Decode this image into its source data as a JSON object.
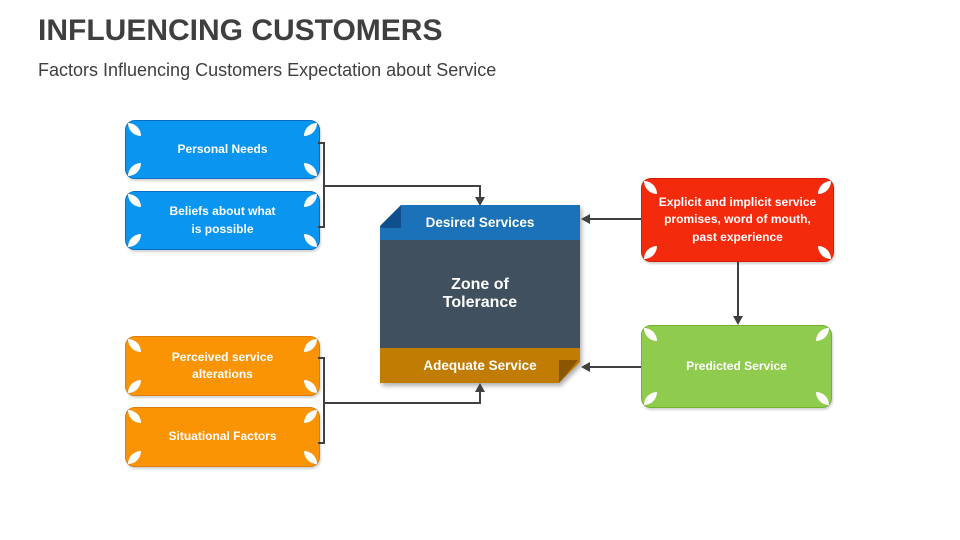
{
  "slide": {
    "title": "INFLUENCING CUSTOMERS",
    "subtitle": "Factors Influencing Customers Expectation about Service"
  },
  "diagram": {
    "influencers_top": [
      {
        "label": "Personal Needs"
      },
      {
        "label": "Beliefs about what\nis possible"
      }
    ],
    "influencers_bottom": [
      {
        "label": "Perceived service\nalterations"
      },
      {
        "label": "Situational Factors"
      }
    ],
    "center_stack": {
      "top": "Desired Services",
      "middle": "Zone of\nTolerance",
      "bottom": "Adequate Service"
    },
    "right_boxes": [
      {
        "label": "Explicit and implicit service\npromises, word of mouth,\npast experience"
      },
      {
        "label": "Predicted Service"
      }
    ]
  },
  "colors": {
    "blue_fill": "#0A96F0",
    "blue_border": "#0A6FC2",
    "orange_fill": "#FA9405",
    "orange_border": "#DD7E0B",
    "red_fill": "#F42A0C",
    "red_border": "#D21F06",
    "green_fill": "#8FCB4D",
    "green_border": "#72B32C",
    "bar_blue": "#1B72B8",
    "bar_blue_fold": "#0E4F8C",
    "zone_slate": "#41505F",
    "bar_brown": "#C17C04",
    "bar_brown_fold": "#8A5600",
    "connector": "#404040",
    "title_text": "#3F3F3F"
  }
}
